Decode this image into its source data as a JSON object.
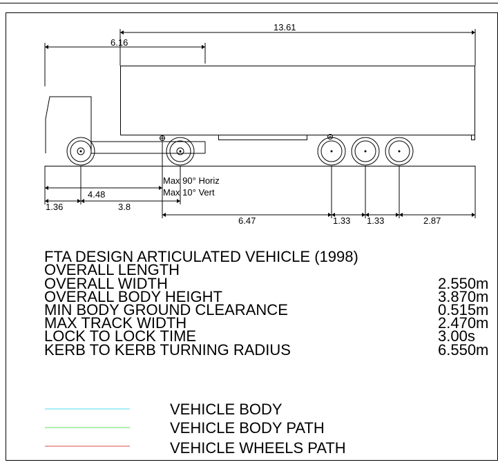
{
  "dimensions": {
    "overall_length": "13.61",
    "cab_to_pivot": "6.16",
    "front_axle_to_pivot": "4.48",
    "front_overhang": "1.36",
    "wheelbase": "3.8",
    "pivot_to_first_trailer_axle": "6.47",
    "axle_spacing_1": "1.33",
    "axle_spacing_2": "1.33",
    "rear_overhang": "2.87"
  },
  "notes": {
    "articulation_horiz": "Max 90° Horiz",
    "articulation_vert": "Max 10° Vert"
  },
  "specs": {
    "title": "FTA DESIGN ARTICULATED VEHICLE (1998)",
    "rows": [
      {
        "label": "OVERALL LENGTH",
        "value": ""
      },
      {
        "label": "OVERALL WIDTH",
        "value": "2.550m"
      },
      {
        "label": "OVERALL BODY HEIGHT",
        "value": "3.870m"
      },
      {
        "label": "MIN BODY GROUND CLEARANCE",
        "value": "0.515m"
      },
      {
        "label": "MAX TRACK WIDTH",
        "value": "2.470m"
      },
      {
        "label": "LOCK TO LOCK TIME",
        "value": "3.00s"
      },
      {
        "label": "KERB TO KERB TURNING RADIUS",
        "value": "6.550m"
      }
    ]
  },
  "legend": {
    "items": [
      {
        "label": "VEHICLE BODY",
        "color": "#6fe3f0"
      },
      {
        "label": "VEHICLE BODY PATH",
        "color": "#7ee87e"
      },
      {
        "label": "VEHICLE WHEELS PATH",
        "color": "#e86a6a"
      }
    ]
  }
}
